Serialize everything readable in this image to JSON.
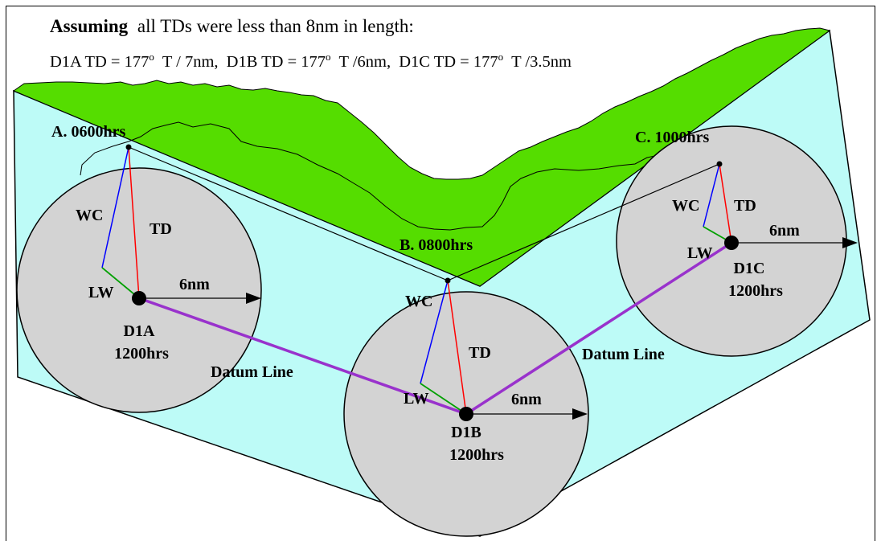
{
  "heading": {
    "emph": "Assuming",
    "rest": "all TDs were less than 8nm in length:",
    "line2": {
      "d1a_prefix": "D1A TD = 177",
      "d1a_suffix": "T / 7nm,",
      "d1b_prefix": "D1B TD = 177",
      "d1b_suffix": "T /6nm,",
      "d1c_prefix": "D1C TD = 177",
      "d1c_suffix": "T /3.5nm",
      "degree_mark": "o"
    }
  },
  "points": {
    "a": "A.  0600hrs",
    "b": "B.  0800hrs",
    "c": "C.  1000hrs"
  },
  "circles": {
    "d1a": {
      "name": "D1A",
      "time": "1200hrs",
      "wc": "WC",
      "td": "TD",
      "lw": "LW",
      "radius_label": "6nm"
    },
    "d1b": {
      "name": "D1B",
      "time": "1200hrs",
      "wc": "WC",
      "td": "TD",
      "lw": "LW",
      "radius_label": "6nm"
    },
    "d1c": {
      "name": "D1C",
      "time": "1200hrs",
      "wc": "WC",
      "td": "TD",
      "lw": "LW",
      "radius_label": "6nm"
    }
  },
  "datum": {
    "left": "Datum Line",
    "right": "Datum Line"
  },
  "colors": {
    "sea": "#bdfbf7",
    "land": "#55dd00",
    "circle_fill": "#d3d3d3",
    "td_line": "#ff0000",
    "wc_line": "#0000ff",
    "lw_line": "#00a000",
    "datum_line": "#9932cc"
  }
}
